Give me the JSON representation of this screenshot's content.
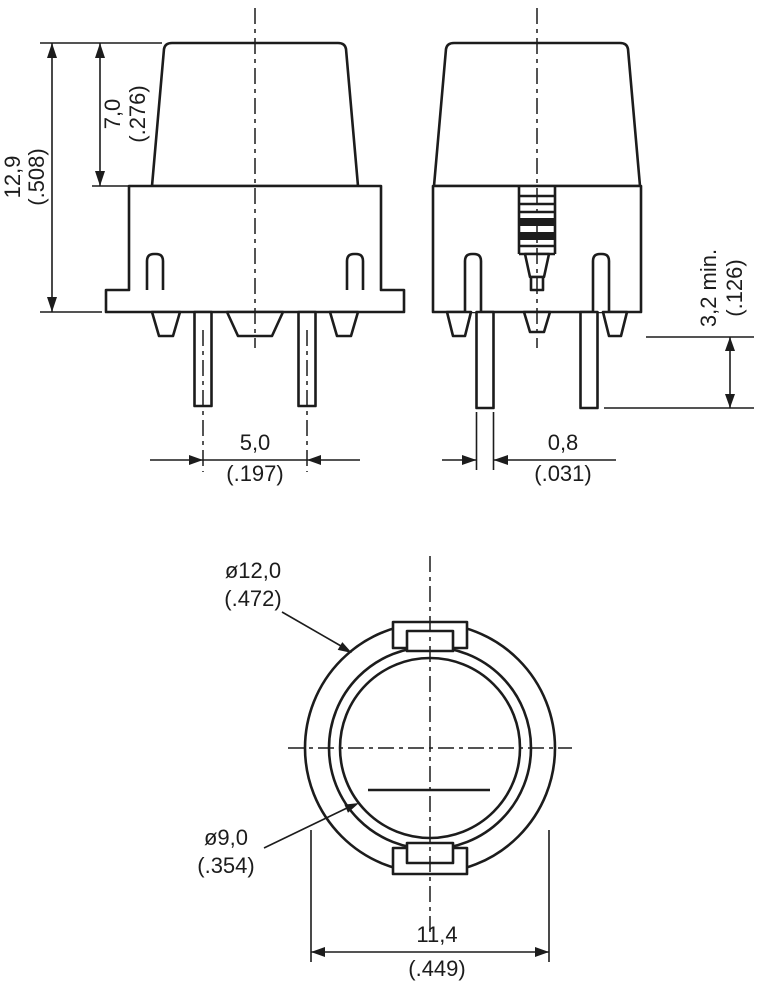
{
  "views": {
    "front": {
      "total_height_mm": "12,9",
      "total_height_in": "(.508)",
      "cap_height_mm": "7,0",
      "cap_height_in": "(.276)",
      "pin_spacing_mm": "5,0",
      "pin_spacing_in": "(.197)"
    },
    "side": {
      "pin_protrusion_mm": "3,2 min.",
      "pin_protrusion_in": "(.126)",
      "pin_width_mm": "0,8",
      "pin_width_in": "(.031)"
    },
    "top": {
      "outer_diameter_mm": "ø12,0",
      "outer_diameter_in": "(.472)",
      "button_diameter_mm": "ø9,0",
      "button_diameter_in": "(.354)",
      "body_width_mm": "11,4",
      "body_width_in": "(.449)"
    }
  },
  "colors": {
    "line": "#1c1c1c",
    "background": "#ffffff"
  }
}
